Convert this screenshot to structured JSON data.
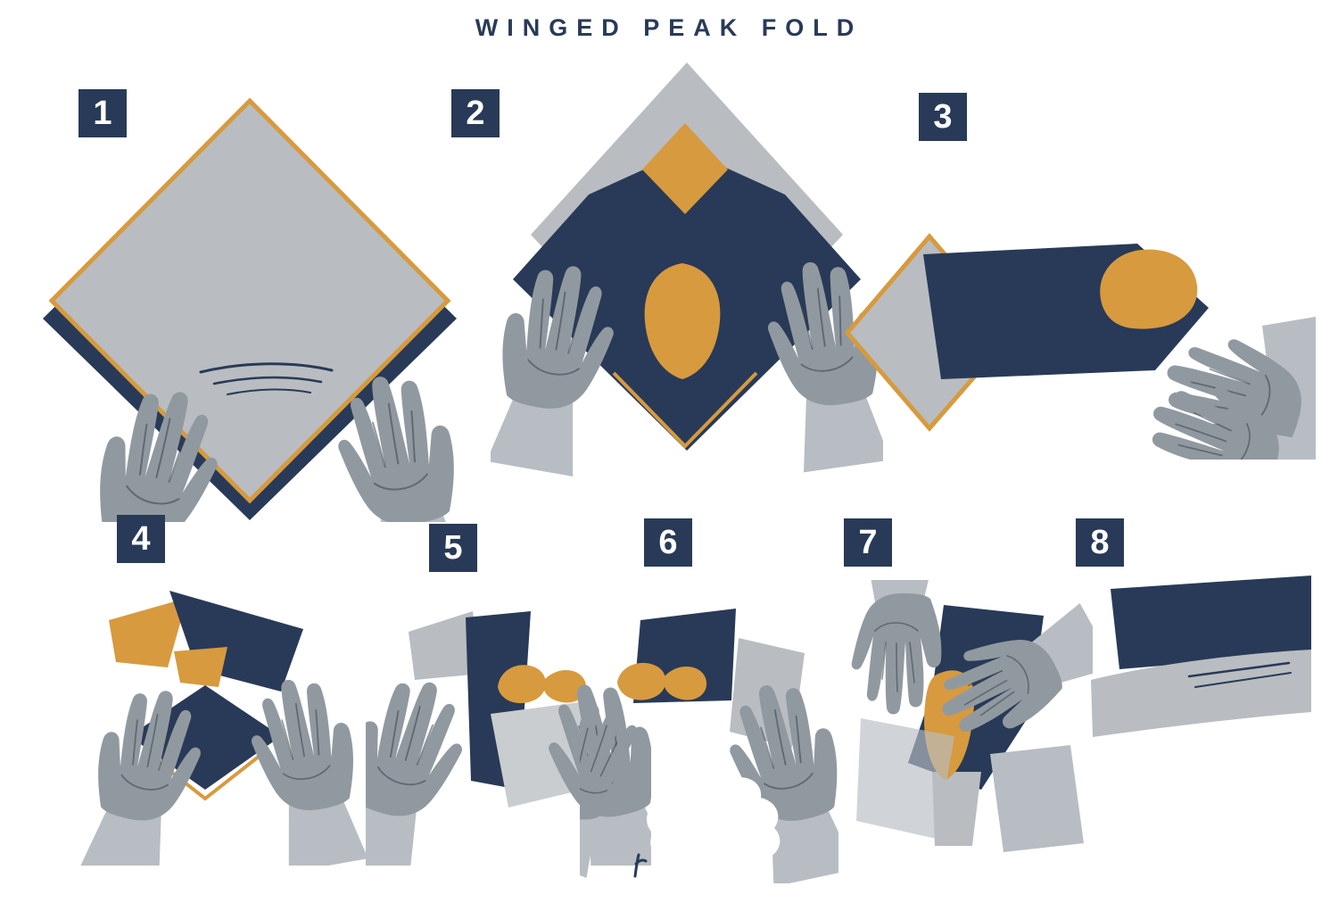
{
  "title": "WINGED PEAK FOLD",
  "steps": [
    {
      "number": "1"
    },
    {
      "number": "2"
    },
    {
      "number": "3"
    },
    {
      "number": "4"
    },
    {
      "number": "5"
    },
    {
      "number": "6"
    },
    {
      "number": "7"
    },
    {
      "number": "8"
    }
  ],
  "colors": {
    "navy": "#283a57",
    "gold": "#d79a3e",
    "napkin_gray": "#b9bdc1",
    "napkin_gray_light": "#c9cdd0",
    "hand_gray": "#9199a0",
    "arm_gray": "#b7bdc3",
    "line_dark": "#39414d",
    "background": "#ffffff"
  }
}
